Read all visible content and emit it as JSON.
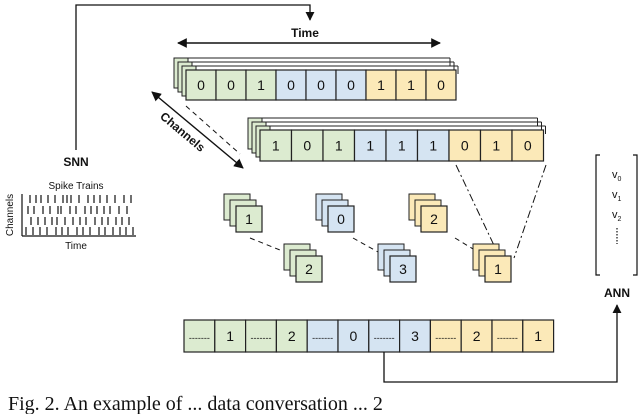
{
  "labels": {
    "time_top": "Time",
    "channels": "Channels",
    "snn": "SNN",
    "spike_trains": "Spike Trains",
    "axis_channels": "Channels",
    "axis_time": "Time",
    "ann": "ANN"
  },
  "colors": {
    "green": "#dcebd0",
    "blue": "#d5e4f2",
    "yellow": "#fbe9b8",
    "stroke": "#222222"
  },
  "seq1": {
    "values": [
      "0",
      "0",
      "1",
      "0",
      "0",
      "0",
      "1",
      "1",
      "0"
    ],
    "colors": [
      "green",
      "green",
      "green",
      "blue",
      "blue",
      "blue",
      "yellow",
      "yellow",
      "yellow"
    ]
  },
  "seq2": {
    "values": [
      "1",
      "0",
      "1",
      "1",
      "1",
      "1",
      "0",
      "1",
      "0"
    ],
    "colors": [
      "green",
      "green",
      "green",
      "blue",
      "blue",
      "blue",
      "yellow",
      "yellow",
      "yellow"
    ]
  },
  "counts": {
    "green_a": "1",
    "green_b": "2",
    "blue_a": "0",
    "blue_b": "3",
    "yellow_a": "2",
    "yellow_b": "1"
  },
  "output": {
    "values": [
      "-------",
      "1",
      "-------",
      "2",
      "-------",
      "0",
      "-------",
      "3",
      "-------",
      "2",
      "-------",
      "1"
    ],
    "colors": [
      "green",
      "green",
      "green",
      "green",
      "blue",
      "blue",
      "blue",
      "blue",
      "yellow",
      "yellow",
      "yellow",
      "yellow"
    ]
  },
  "vector": {
    "v0": "v",
    "v0_sub": "0",
    "v1": "v",
    "v1_sub": "1",
    "v2": "v",
    "v2_sub": "2"
  },
  "caption": "Fig. 2.   An example of ... data conversation ... 2"
}
